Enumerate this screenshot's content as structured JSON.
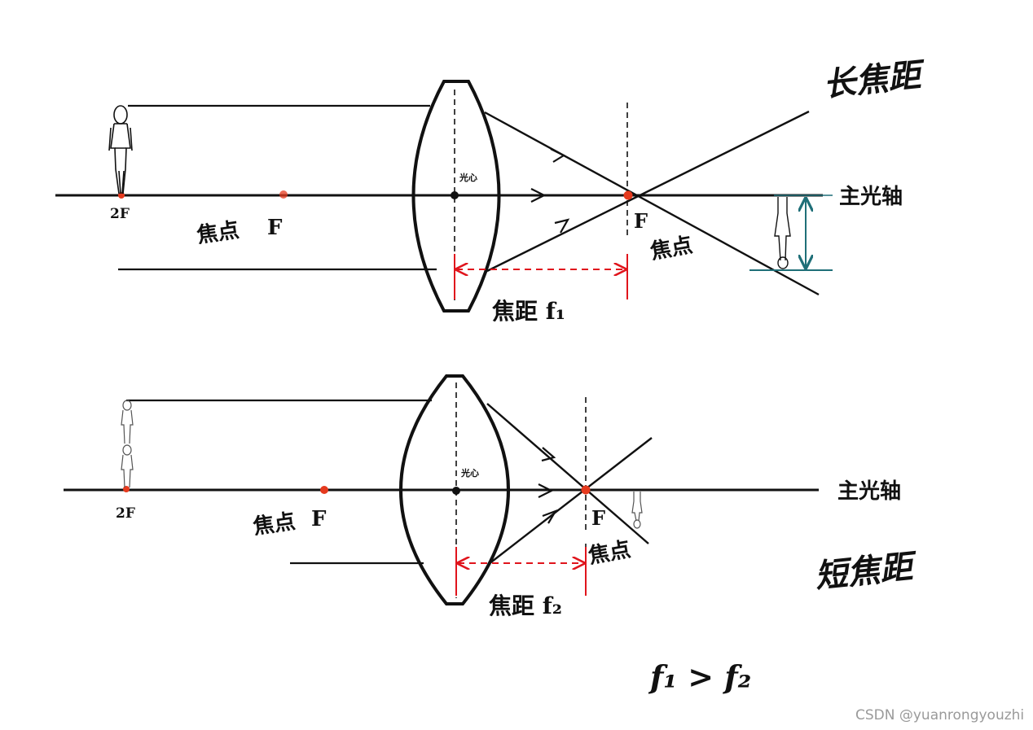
{
  "diagram_top": {
    "title": "长焦距",
    "axis_label": "主光轴",
    "optical_center_label": "光心",
    "focus_label": "F",
    "double_focus_label": "2F",
    "focal_point_left_label": "焦点",
    "focal_point_right_label": "焦点",
    "focal_length_label": "焦距 f₁"
  },
  "diagram_bottom": {
    "title": "短焦距",
    "axis_label": "主光轴",
    "optical_center_label": "光心",
    "focus_label": "F",
    "double_focus_label": "2F",
    "focal_point_left_label": "焦点",
    "focal_point_right_label": "焦点",
    "focal_length_label": "焦距 f₂"
  },
  "comparison": "f₁ > f₂",
  "watermark": "CSDN @yuanrongyouzhi",
  "colors": {
    "ink": "#111111",
    "focus_dot": "#e53a1e",
    "dimension_red": "#e0141c",
    "image_height_teal": "#1f6f78"
  }
}
